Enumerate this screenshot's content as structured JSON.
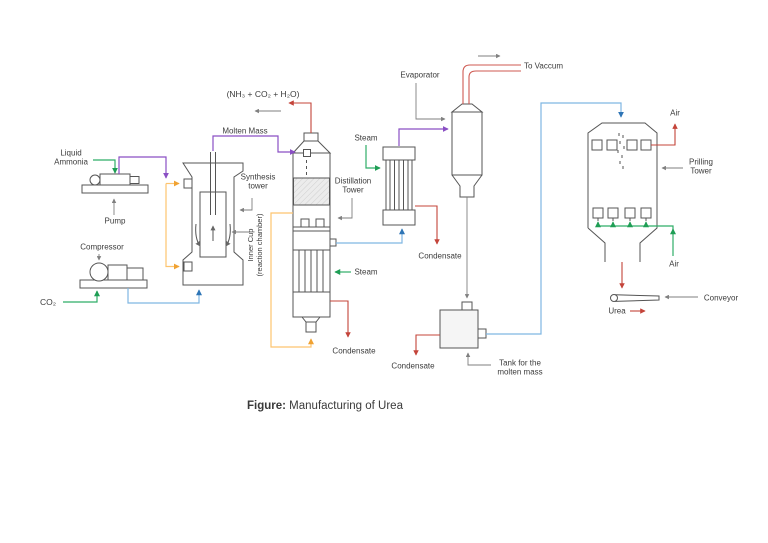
{
  "title": "Manufacturing of Urea process diagram",
  "caption": {
    "prefix": "Figure:",
    "text": " Manufacturing of Urea"
  },
  "labels": {
    "liquid_ammonia": "Liquid\nAmmonia",
    "pump": "Pump",
    "compressor": "Compressor",
    "co2": "CO₂",
    "synthesis_tower": "Synthesis\ntower",
    "inner_cup": "Inner Cup\n(reaction chamber)",
    "molten_mass": "Molten Mass",
    "gas_mixture": "(NH₃ + CO₂ + H₂O)",
    "distillation_tower": "Distillation\nTower",
    "steam_exchanger": "Steam",
    "steam_distillation": "Steam",
    "condensate_distillation": "Condensate",
    "condensate_exchanger": "Condensate",
    "condensate_tank": "Condensate",
    "evaporator": "Evaporator",
    "to_vaccum": "To Vaccum",
    "tank": "Tank for the\nmolten mass",
    "prilling_tower": "Prilling\nTower",
    "air_out": "Air",
    "air_in": "Air",
    "conveyor": "Conveyor",
    "urea": "Urea"
  },
  "colors": {
    "green_line": "#2fae68",
    "green_arrow": "#1f9e55",
    "purple_line": "#8a4fc4",
    "orange_line": "#fdc46f",
    "orange_arrow": "#f0a232",
    "blue_line": "#7fb6e2",
    "blue_arrow": "#2e75b6",
    "red_line": "#c4443a",
    "gray_pointer": "#7f7f7f",
    "equipment_outline": "#555555",
    "text": "#3c3c3c"
  }
}
